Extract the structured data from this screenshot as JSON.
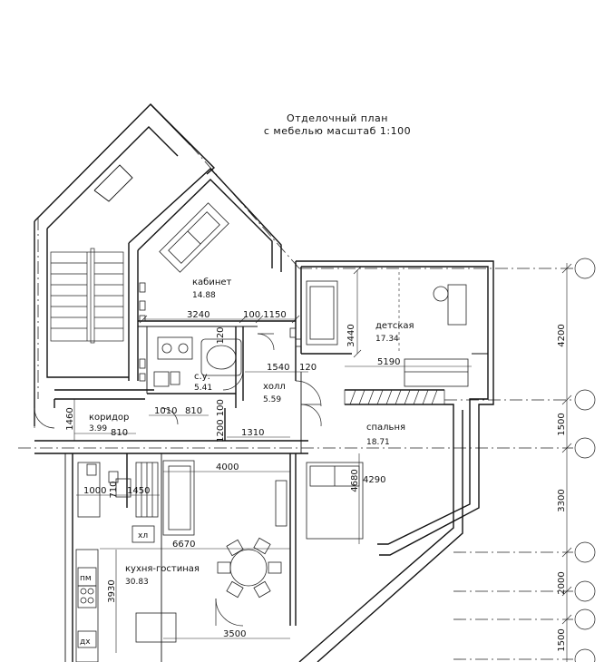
{
  "title": {
    "line1": "Отделочный план",
    "line2": "с мебелью масштаб 1:100"
  },
  "rooms": {
    "study": {
      "name": "кабинет",
      "area": "14.88"
    },
    "kids": {
      "name": "детская",
      "area": "17.34"
    },
    "bath": {
      "name": "с.у.",
      "area": "5.41"
    },
    "hall": {
      "name": "холл",
      "area": "5.59"
    },
    "corridor": {
      "name": "коридор",
      "area": "3.99"
    },
    "bedroom": {
      "name": "спальня",
      "area": "18.71"
    },
    "kitchen": {
      "name": "кухня-гостиная",
      "area": "30.83"
    }
  },
  "appliances": {
    "fridge": "хл",
    "dishwasher": "пм",
    "other": "дх"
  },
  "dimensions": {
    "d3240": "3240",
    "d100_1150": "100 1150",
    "d120a": "120",
    "d3440": "3440",
    "d1540": "1540",
    "d120b": "120",
    "d5190": "5190",
    "d1460": "1460",
    "d1010": "1010",
    "d810a": "810",
    "d1200_100": "1200 100",
    "d810b": "810",
    "d1310": "1310",
    "d4680": "4680",
    "d4290": "4290",
    "d4000": "4000",
    "d1000": "1000",
    "d710": "710",
    "d1450": "1450",
    "d6670": "6670",
    "d3930": "3930",
    "d3500": "3500"
  },
  "axis_dims": [
    "4200",
    "1500",
    "3300",
    "2000",
    "1500"
  ]
}
